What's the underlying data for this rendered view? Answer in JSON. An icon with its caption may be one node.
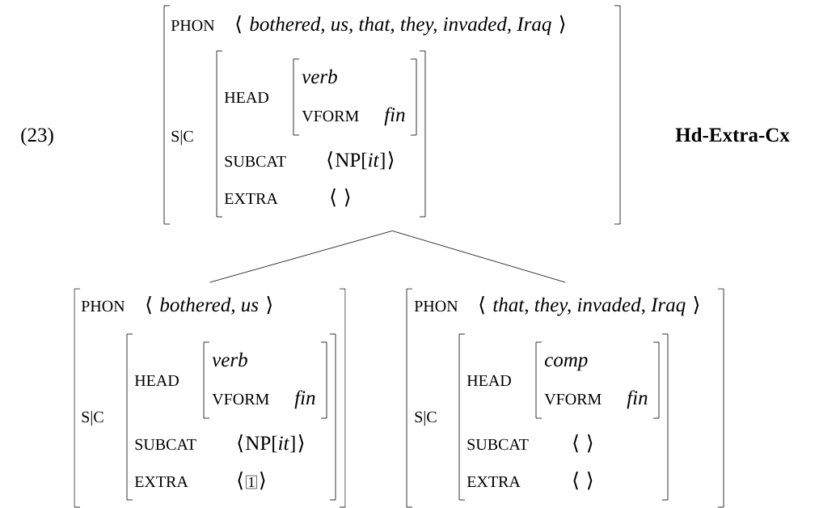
{
  "diagram": {
    "nodes": [
      {
        "text": [
          "PHON",
          "⟨",
          "bothered, us, that, they, invaded, Iraq",
          "⟩",
          "S|C",
          "HEAD",
          "verb",
          "VFORM",
          "fin",
          "SUBCAT",
          "⟨",
          "NP[*it*]",
          "⟩",
          "EXTRA",
          "⟨ ⟩"
        ]
      },
      {
        "text": [
          "PHON",
          "⟨",
          "bothered, us",
          "⟩",
          "S|C",
          "HEAD",
          "verb",
          "VFORM",
          "fin",
          "SUBCAT",
          "⟨",
          "NP[*it*]",
          "⟩",
          "EXTRA",
          "⟨",
          "1",
          "⟩"
        ]
      },
      {
        "text": [
          "PHON",
          "⟨",
          "that, they, invaded, Iraq",
          "⟩",
          "S|C",
          "HEAD",
          "comp",
          "VFORM",
          "fin",
          "SUBCAT",
          "⟨ ⟩",
          "EXTRA",
          "⟨ ⟩"
        ]
      }
    ],
    "edges": [
      {
        "from": 0,
        "to": 1,
        "arrow": "none"
      },
      {
        "from": 0,
        "to": 2,
        "arrow": "none"
      }
    ],
    "labels": [
      "(23)",
      "Hd-Extra-Cx"
    ]
  }
}
